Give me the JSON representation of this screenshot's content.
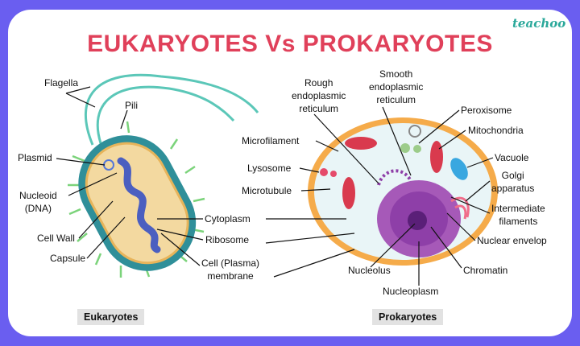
{
  "title": "EUKARYOTES Vs PROKARYOTES",
  "logo": "teachoo",
  "left_labels": {
    "flagella": "Flagella",
    "pili": "Pili",
    "plasmid": "Plasmid",
    "nucleoid1": "Nucleoid",
    "nucleoid2": "(DNA)",
    "cell_wall": "Cell Wall",
    "capsule": "Capsule",
    "cytoplasm": "Cytoplasm",
    "ribosome": "Ribosome",
    "membrane1": "Cell (Plasma)",
    "membrane2": "membrane"
  },
  "right_labels": {
    "rough1": "Rough",
    "rough2": "endoplasmic",
    "rough3": "reticulum",
    "smooth1": "Smooth",
    "smooth2": "endoplasmic",
    "smooth3": "reticulum",
    "peroxisome": "Peroxisome",
    "mitochondria": "Mitochondria",
    "vacuole": "Vacuole",
    "golgi1": "Golgi",
    "golgi2": "apparatus",
    "intermediate1": "Intermediate",
    "intermediate2": "filaments",
    "nuclear_envelop": "Nuclear envelop",
    "chromatin": "Chromatin",
    "nucleolus": "Nucleolus",
    "nucleoplasm": "Nucleoplasm",
    "microfilament": "Microfilament",
    "lysosome": "Lysosome",
    "microtubule": "Microtubule"
  },
  "captions": {
    "left": "Eukaryotes",
    "right": "Prokaryotes"
  },
  "colors": {
    "border": "#6a5ef0",
    "title": "#e0405a",
    "logo": "#2aa89a"
  }
}
